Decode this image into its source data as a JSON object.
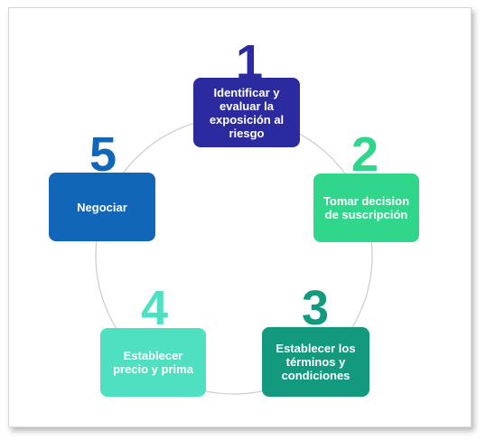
{
  "steps": [
    {
      "number": "1",
      "label": "Identificar y evaluar la exposición al riesgo",
      "color": "#2b2a9e"
    },
    {
      "number": "2",
      "label": "Tomar decision de suscripción",
      "color": "#2fd68c"
    },
    {
      "number": "3",
      "label": "Establecer los términos y condiciones",
      "color": "#139a7e"
    },
    {
      "number": "4",
      "label": "Establecer precio y prima",
      "color": "#4fe0c2"
    },
    {
      "number": "5",
      "label": "Negociar",
      "color": "#1166b8"
    }
  ],
  "ring_color": "#cccccc"
}
